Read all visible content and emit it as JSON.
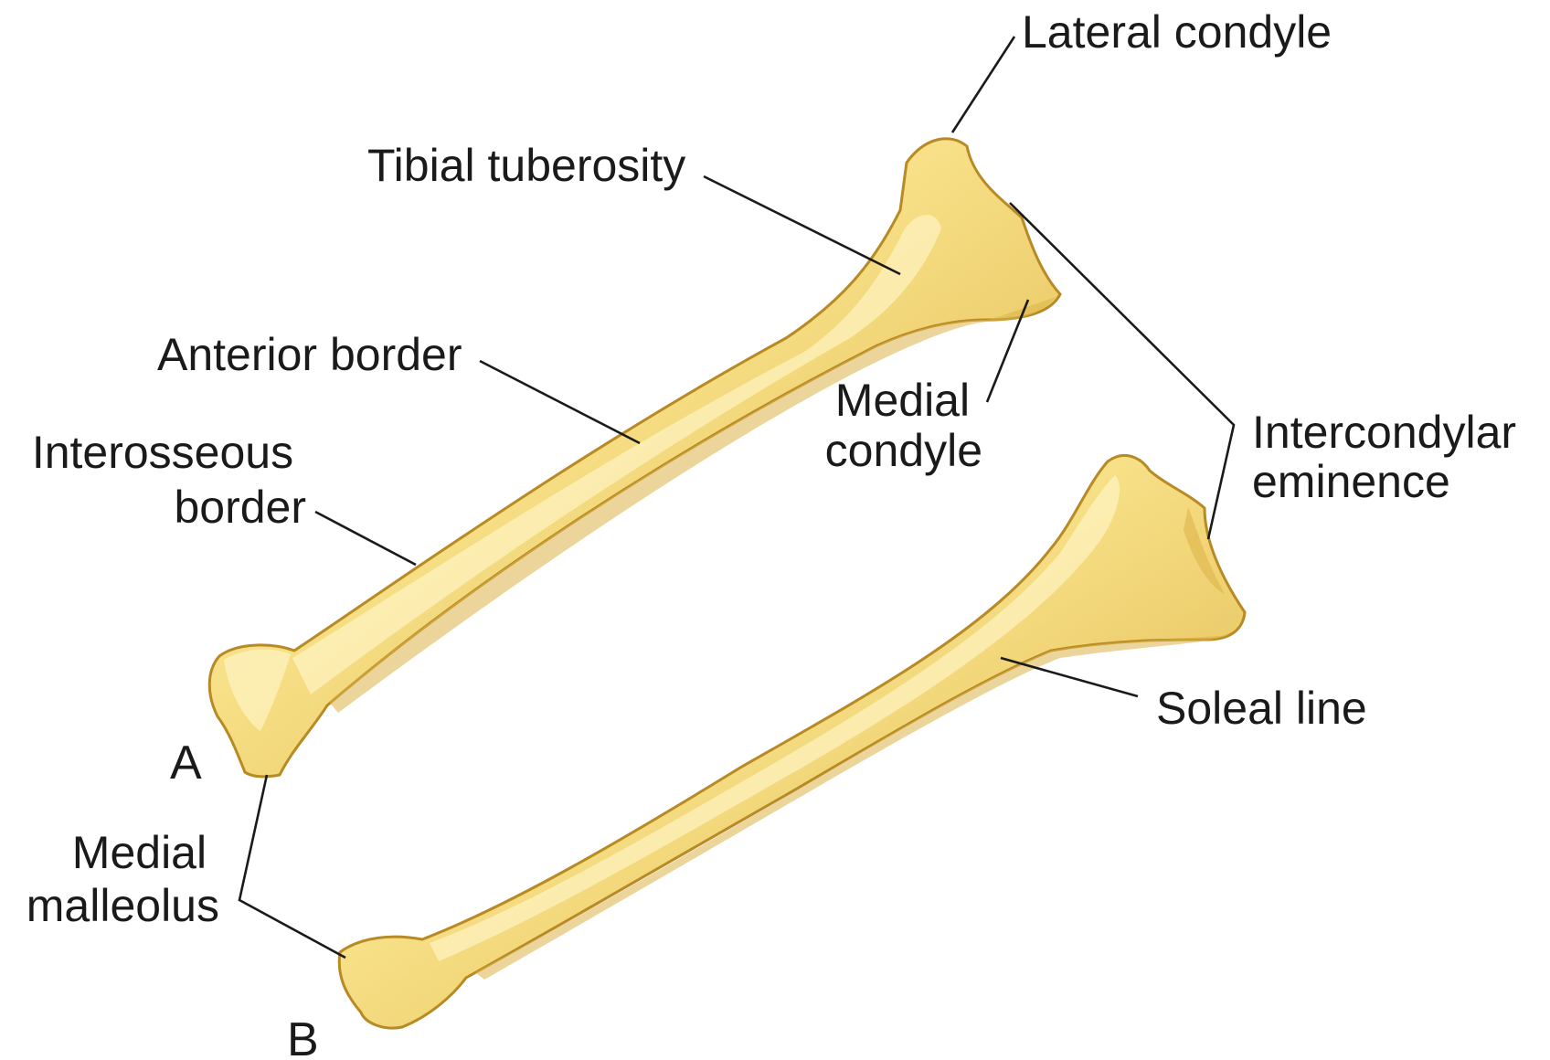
{
  "colors": {
    "bone_light": "#fff4bf",
    "bone_mid": "#f7df86",
    "bone_dark": "#d9ad3e",
    "bone_outline": "#b88a24",
    "text": "#1a1a1a",
    "background": "#ffffff"
  },
  "view_labels": {
    "a": "A",
    "b": "B"
  },
  "labels": {
    "lateral_condyle": "Lateral condyle",
    "tibial_tuberosity": "Tibial tuberosity",
    "anterior_border": "Anterior border",
    "medial_condyle": [
      "Medial",
      "condyle"
    ],
    "interosseous_border": [
      "Interosseous",
      "border"
    ],
    "intercondylar_eminence": [
      "Intercondylar",
      "eminence"
    ],
    "soleal_line": "Soleal line",
    "medial_malleolus": [
      "Medial",
      "malleolus"
    ]
  }
}
